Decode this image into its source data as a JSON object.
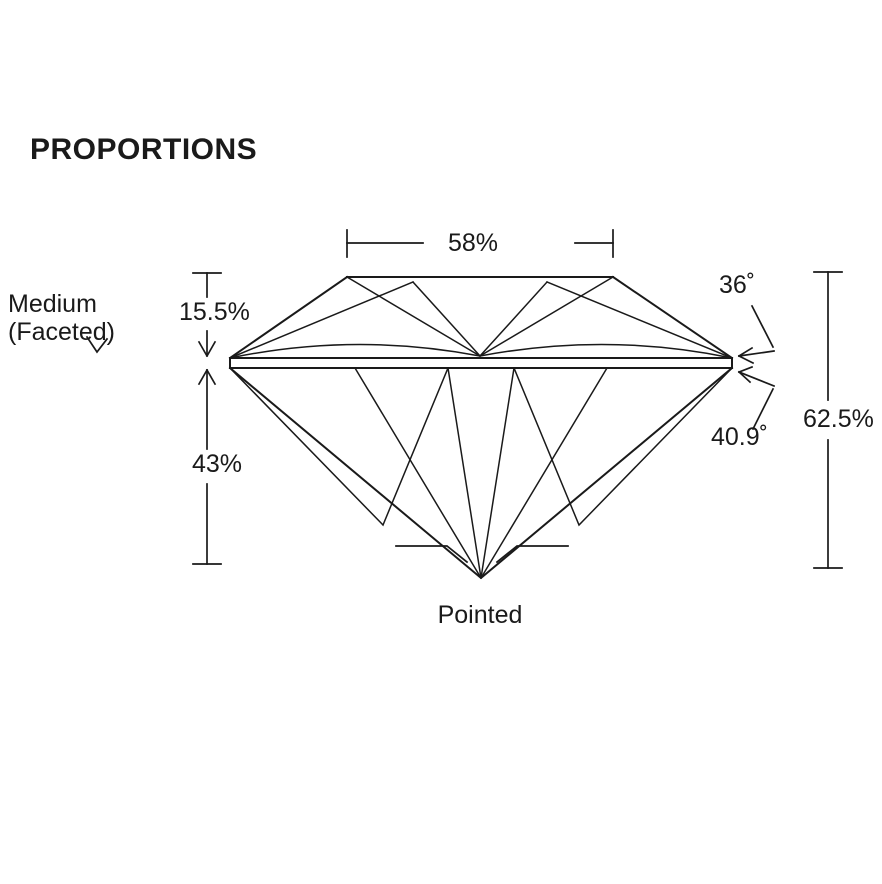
{
  "title": "PROPORTIONS",
  "measurements": {
    "table_size": "58%",
    "crown_height": "15.5%",
    "pavilion_depth": "43%",
    "total_depth": "62.5%",
    "crown_angle": "36˚",
    "pavilion_angle": "40.9˚",
    "girdle_line1": "Medium",
    "girdle_line2": "(Faceted)",
    "culet": "Pointed"
  },
  "colors": {
    "line": "#1a1a1a",
    "text": "#1a1a1a",
    "background": "#ffffff"
  }
}
